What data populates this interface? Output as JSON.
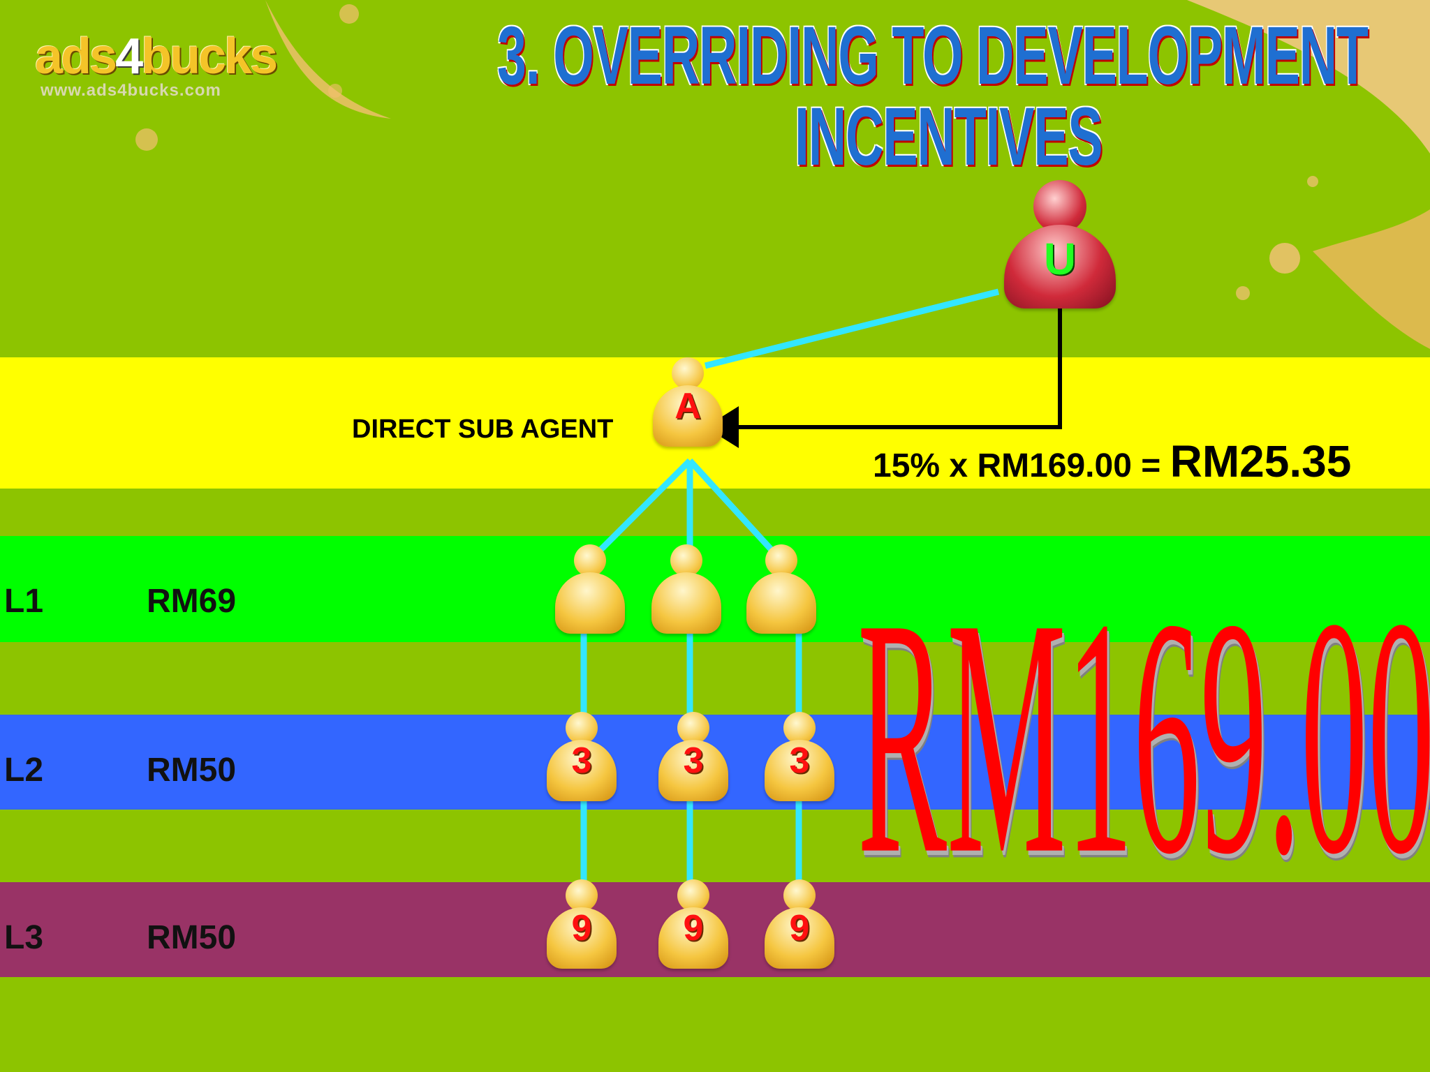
{
  "logo": {
    "prefix": "ads",
    "four": "4",
    "suffix": "bucks",
    "url": "www.ads4bucks.com"
  },
  "title": {
    "line1": "3. OVERRIDING TO DEVELOPMENT",
    "line2": "INCENTIVES"
  },
  "top_person": {
    "mark": "U"
  },
  "direct_agent": {
    "label": "DIRECT SUB AGENT",
    "mark": "A"
  },
  "formula": {
    "left": "15% x RM169.00 = ",
    "result": "RM25.35"
  },
  "levels": [
    {
      "label": "L1",
      "amount": "RM69",
      "marks": [
        "",
        "",
        ""
      ]
    },
    {
      "label": "L2",
      "amount": "RM50",
      "marks": [
        "3",
        "3",
        "3"
      ]
    },
    {
      "label": "L3",
      "amount": "RM50",
      "marks": [
        "9",
        "9",
        "9"
      ]
    }
  ],
  "total": "RM169.00",
  "colors": {
    "background": "#8dc400",
    "direct_band": "#ffff00",
    "l1_band": "#00ff00",
    "l2_band": "#3366ff",
    "l3_band": "#993366",
    "connector": "#33e6ff",
    "total_text": "#ff0000",
    "title_text": "#1f6fd1"
  },
  "icons": [
    "person-icon",
    "arrow-icon"
  ]
}
